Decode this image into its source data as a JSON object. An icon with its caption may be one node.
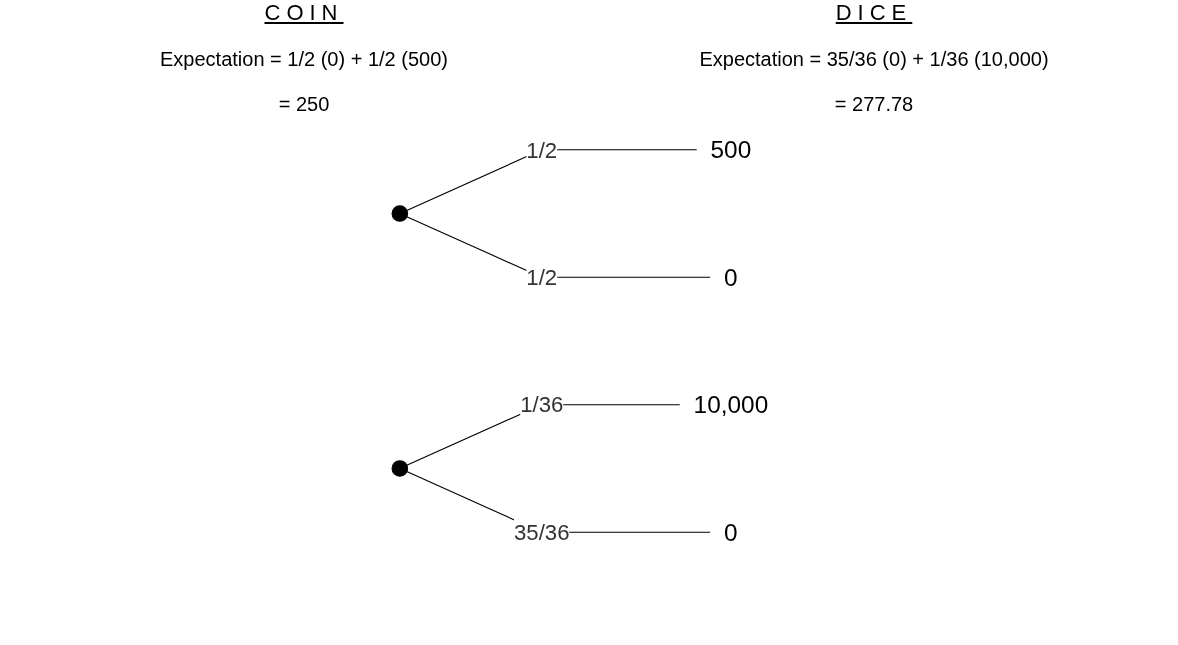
{
  "diagram": {
    "nodes": [
      {
        "text": [],
        "shape": "circle"
      },
      {
        "text": [
          "500"
        ]
      },
      {
        "text": [
          "0"
        ]
      },
      {
        "text": [],
        "shape": "circle"
      },
      {
        "text": [
          "10,000"
        ]
      },
      {
        "text": [
          "0"
        ]
      }
    ],
    "edges": [
      {
        "from": 0,
        "to": 1,
        "arrow": "none",
        "label": "1/2"
      },
      {
        "from": 0,
        "to": 2,
        "arrow": "none",
        "label": "1/2"
      },
      {
        "from": 3,
        "to": 4,
        "arrow": "none",
        "label": "1/36"
      },
      {
        "from": 3,
        "to": 5,
        "arrow": "none",
        "label": "35/36"
      }
    ],
    "labels": [
      "COIN",
      "DICE",
      "Expectation = 1/2 (0) + 1/2 (500)",
      "Expectation = 35/36 (0) + 1/36 (10,000)",
      "= 250",
      "= 277.78"
    ]
  }
}
